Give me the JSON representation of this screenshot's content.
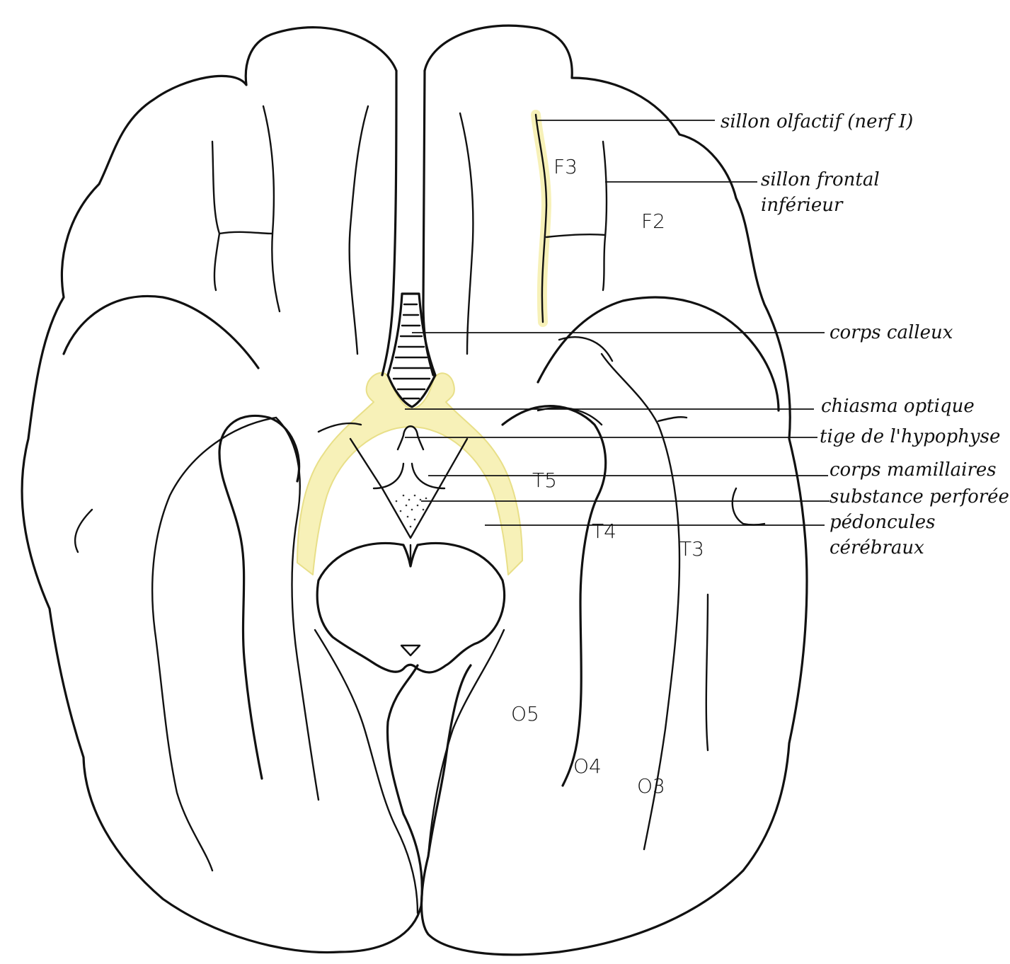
{
  "colors": {
    "highlight": "#f7f1b8",
    "highlight_stroke": "#e8df88",
    "ink": "#111111",
    "background": "#ffffff"
  },
  "annotations": {
    "sillon_olfactif": "sillon olfactif (nerf I)",
    "sillon_frontal_1": "sillon frontal",
    "sillon_frontal_2": "inférieur",
    "corps_calleux": "corps calleux",
    "chiasma_optique": "chiasma optique",
    "tige_hypophyse": "tige de l'hypophyse",
    "corps_mamillaires": "corps mamillaires",
    "substance_perforee": "substance perforée",
    "pedoncules_1": "pédoncules",
    "pedoncules_2": "cérébraux"
  },
  "regions": {
    "f3": "F3",
    "f2": "F2",
    "t5": "T5",
    "t4": "T4",
    "t3": "T3",
    "o5": "O5",
    "o4": "O4",
    "o3": "O3"
  }
}
